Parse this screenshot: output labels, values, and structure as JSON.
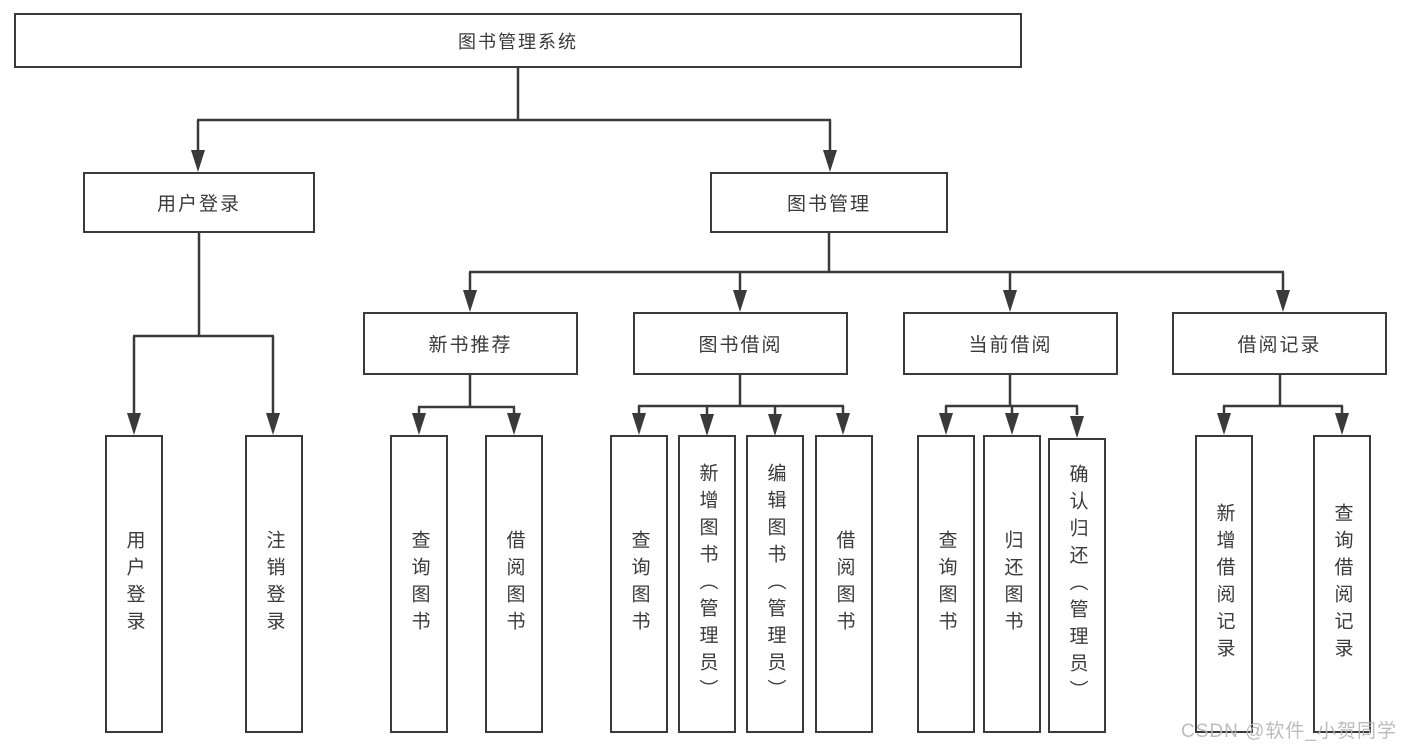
{
  "nodes": {
    "root": "图书管理系统",
    "l2": [
      "用户登录",
      "图书管理"
    ],
    "l3": [
      "新书推荐",
      "图书借阅",
      "当前借阅",
      "借阅记录"
    ],
    "l4": [
      "用户登录",
      "注销登录",
      "查询图书",
      "借阅图书",
      "查询图书",
      "新增图书（管理员）",
      "编辑图书（管理员）",
      "借阅图书",
      "查询图书",
      "归还图书",
      "确认归还（管理员）",
      "新增借阅记录",
      "查询借阅记录"
    ]
  },
  "watermark": "CSDN @软件_小贺同学",
  "colors": {
    "line": "#3a3a3a",
    "border": "#3a3a3a",
    "text": "#3a3a3a",
    "background": "#ffffff",
    "watermark": "#b5b5b5"
  }
}
